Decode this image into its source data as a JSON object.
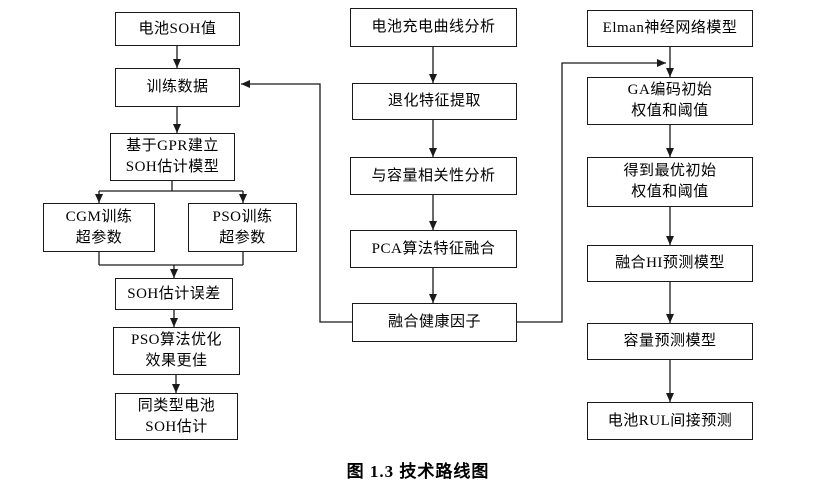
{
  "diagram": {
    "title_semantic": "battery SOH estimation and RUL prediction technical route flowchart",
    "caption": "图 1.3  技术路线图",
    "colors": {
      "background": "#ffffff",
      "line": "#1a1a1a",
      "box_border": "#1a1a1a",
      "text": "#000000"
    }
  },
  "nodes": {
    "battery_soh_value": {
      "line1": "电池SOH值"
    },
    "training_data": {
      "line1": "训练数据"
    },
    "gpr_model": {
      "line1": "基于GPR建立",
      "line2": "SOH估计模型"
    },
    "cgm_train": {
      "line1": "CGM训练",
      "line2": "超参数"
    },
    "pso_train": {
      "line1": "PSO训练",
      "line2": "超参数"
    },
    "soh_error": {
      "line1": "SOH估计误差"
    },
    "pso_better": {
      "line1": "PSO算法优化",
      "line2": "效果更佳"
    },
    "same_type_soh": {
      "line1": "同类型电池",
      "line2": "SOH估计"
    },
    "charge_curve": {
      "line1": "电池充电曲线分析"
    },
    "degradation_extract": {
      "line1": "退化特征提取"
    },
    "capacity_correlation": {
      "line1": "与容量相关性分析"
    },
    "pca_fusion": {
      "line1": "PCA算法特征融合"
    },
    "fused_hi": {
      "line1": "融合健康因子"
    },
    "elman_model": {
      "line1": "Elman神经网络模型"
    },
    "ga_encode": {
      "line1": "GA编码初始",
      "line2": "权值和阈值"
    },
    "optimal_init": {
      "line1": "得到最优初始",
      "line2": "权值和阈值"
    },
    "hi_predict_model": {
      "line1": "融合HI预测模型"
    },
    "capacity_model": {
      "line1": "容量预测模型"
    },
    "rul_predict": {
      "line1": "电池RUL间接预测"
    }
  },
  "edges": [
    {
      "from": "battery_soh_value",
      "to": "training_data"
    },
    {
      "from": "training_data",
      "to": "gpr_model"
    },
    {
      "from": "gpr_model",
      "to": "cgm_train"
    },
    {
      "from": "gpr_model",
      "to": "pso_train"
    },
    {
      "from": "cgm_train",
      "to": "soh_error"
    },
    {
      "from": "pso_train",
      "to": "soh_error"
    },
    {
      "from": "soh_error",
      "to": "pso_better"
    },
    {
      "from": "pso_better",
      "to": "same_type_soh"
    },
    {
      "from": "charge_curve",
      "to": "degradation_extract"
    },
    {
      "from": "degradation_extract",
      "to": "capacity_correlation"
    },
    {
      "from": "capacity_correlation",
      "to": "pca_fusion"
    },
    {
      "from": "pca_fusion",
      "to": "fused_hi"
    },
    {
      "from": "fused_hi",
      "to": "training_data"
    },
    {
      "from": "fused_hi",
      "to": "ga_encode"
    },
    {
      "from": "elman_model",
      "to": "ga_encode"
    },
    {
      "from": "ga_encode",
      "to": "optimal_init"
    },
    {
      "from": "optimal_init",
      "to": "hi_predict_model"
    },
    {
      "from": "hi_predict_model",
      "to": "capacity_model"
    },
    {
      "from": "capacity_model",
      "to": "rul_predict"
    }
  ]
}
